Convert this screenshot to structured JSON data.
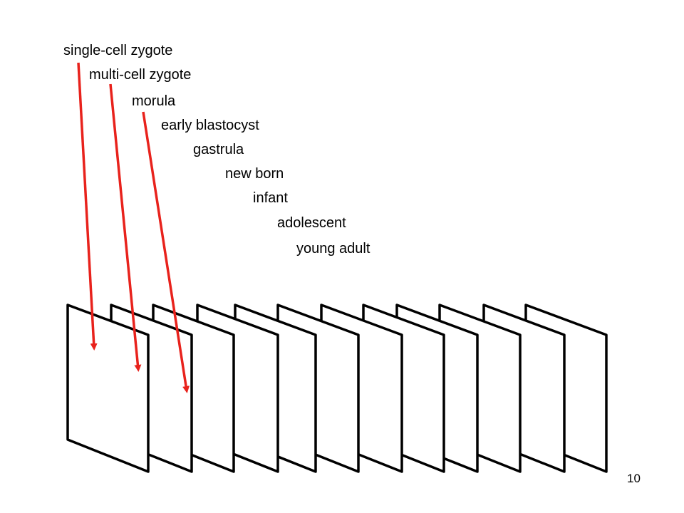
{
  "stages": [
    {
      "label": "single-cell zygote"
    },
    {
      "label": "multi-cell zygote"
    },
    {
      "label": "morula"
    },
    {
      "label": "early blastocyst"
    },
    {
      "label": "gastrula"
    },
    {
      "label": "new born"
    },
    {
      "label": "infant"
    },
    {
      "label": "adolescent"
    },
    {
      "label": "young adult"
    }
  ],
  "panel_count": 12,
  "arrow_count": 3,
  "page_number": "10",
  "colors": {
    "arrow": "#e8221c",
    "panel_stroke": "#000000",
    "text": "#000000"
  }
}
